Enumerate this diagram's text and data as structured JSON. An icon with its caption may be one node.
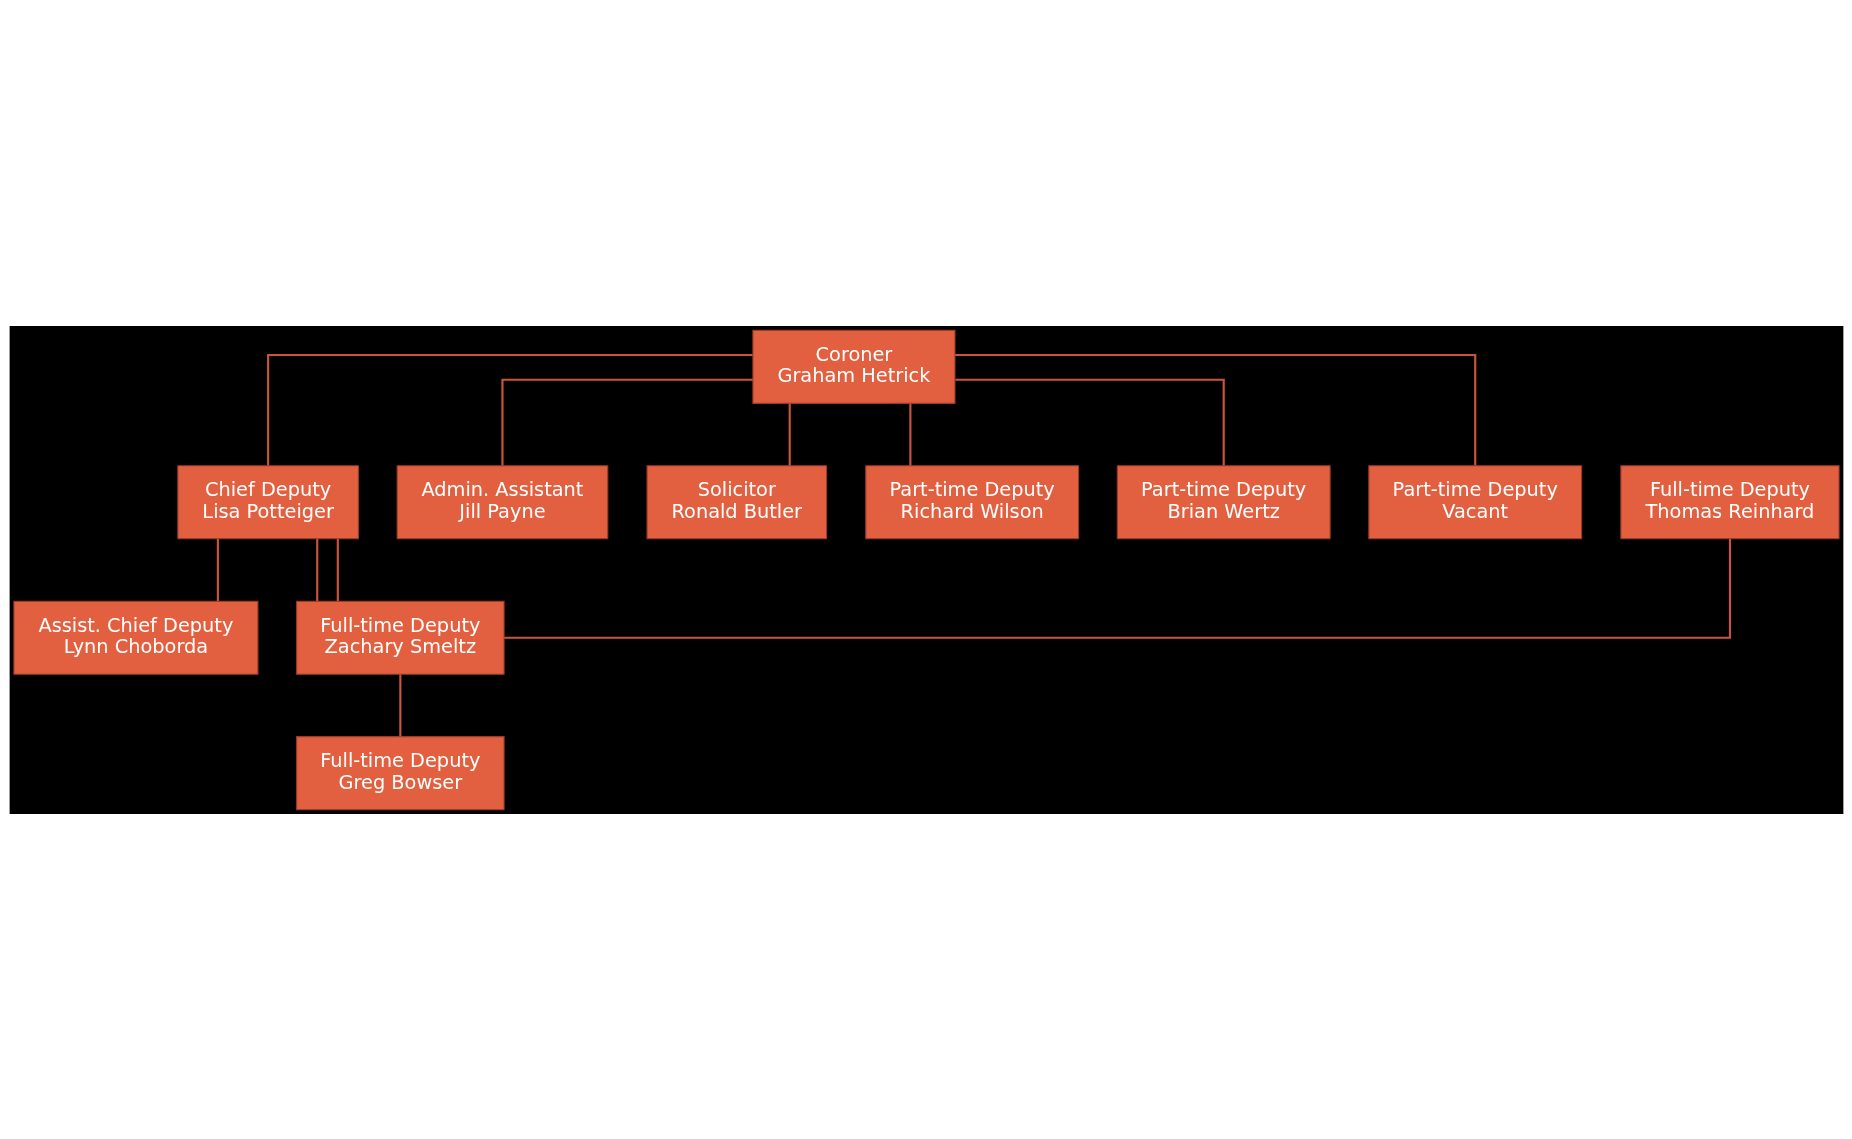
{
  "diagram": {
    "nodes": [
      {
        "text": [
          "Coroner",
          "Graham Hetrick"
        ]
      },
      {
        "text": [
          "Chief Deputy",
          "Lisa Potteiger"
        ]
      },
      {
        "text": [
          "Assist. Chief Deputy",
          "Lynn Choborda"
        ]
      },
      {
        "text": [
          "Full-time Deputy",
          "Thomas Reinhard"
        ]
      },
      {
        "text": [
          "Full-time Deputy",
          "Zachary Smeltz"
        ]
      },
      {
        "text": [
          "Full-time Deputy",
          "Greg Bowser"
        ]
      },
      {
        "text": [
          "Admin. Assistant",
          "Jill Payne"
        ]
      },
      {
        "text": [
          "Solicitor",
          "Ronald Butler"
        ]
      },
      {
        "text": [
          "Part-time Deputy",
          "Richard Wilson"
        ]
      },
      {
        "text": [
          "Part-time Deputy",
          "Brian Wertz"
        ]
      },
      {
        "text": [
          "Part-time Deputy",
          "Vacant"
        ]
      }
    ],
    "edges": [
      {
        "from": 0,
        "to": 1,
        "arrow": "none"
      },
      {
        "from": 0,
        "to": 6,
        "arrow": "none"
      },
      {
        "from": 0,
        "to": 7,
        "arrow": "none"
      },
      {
        "from": 0,
        "to": 8,
        "arrow": "none"
      },
      {
        "from": 0,
        "to": 9,
        "arrow": "none"
      },
      {
        "from": 0,
        "to": 10,
        "arrow": "none"
      },
      {
        "from": 1,
        "to": 2,
        "arrow": "none"
      },
      {
        "from": 1,
        "to": 4,
        "arrow": "none"
      },
      {
        "from": 1,
        "to": 4,
        "arrow": "none"
      },
      {
        "from": 3,
        "to": 4,
        "arrow": "none"
      },
      {
        "from": 4,
        "to": 5,
        "arrow": "none"
      }
    ]
  }
}
